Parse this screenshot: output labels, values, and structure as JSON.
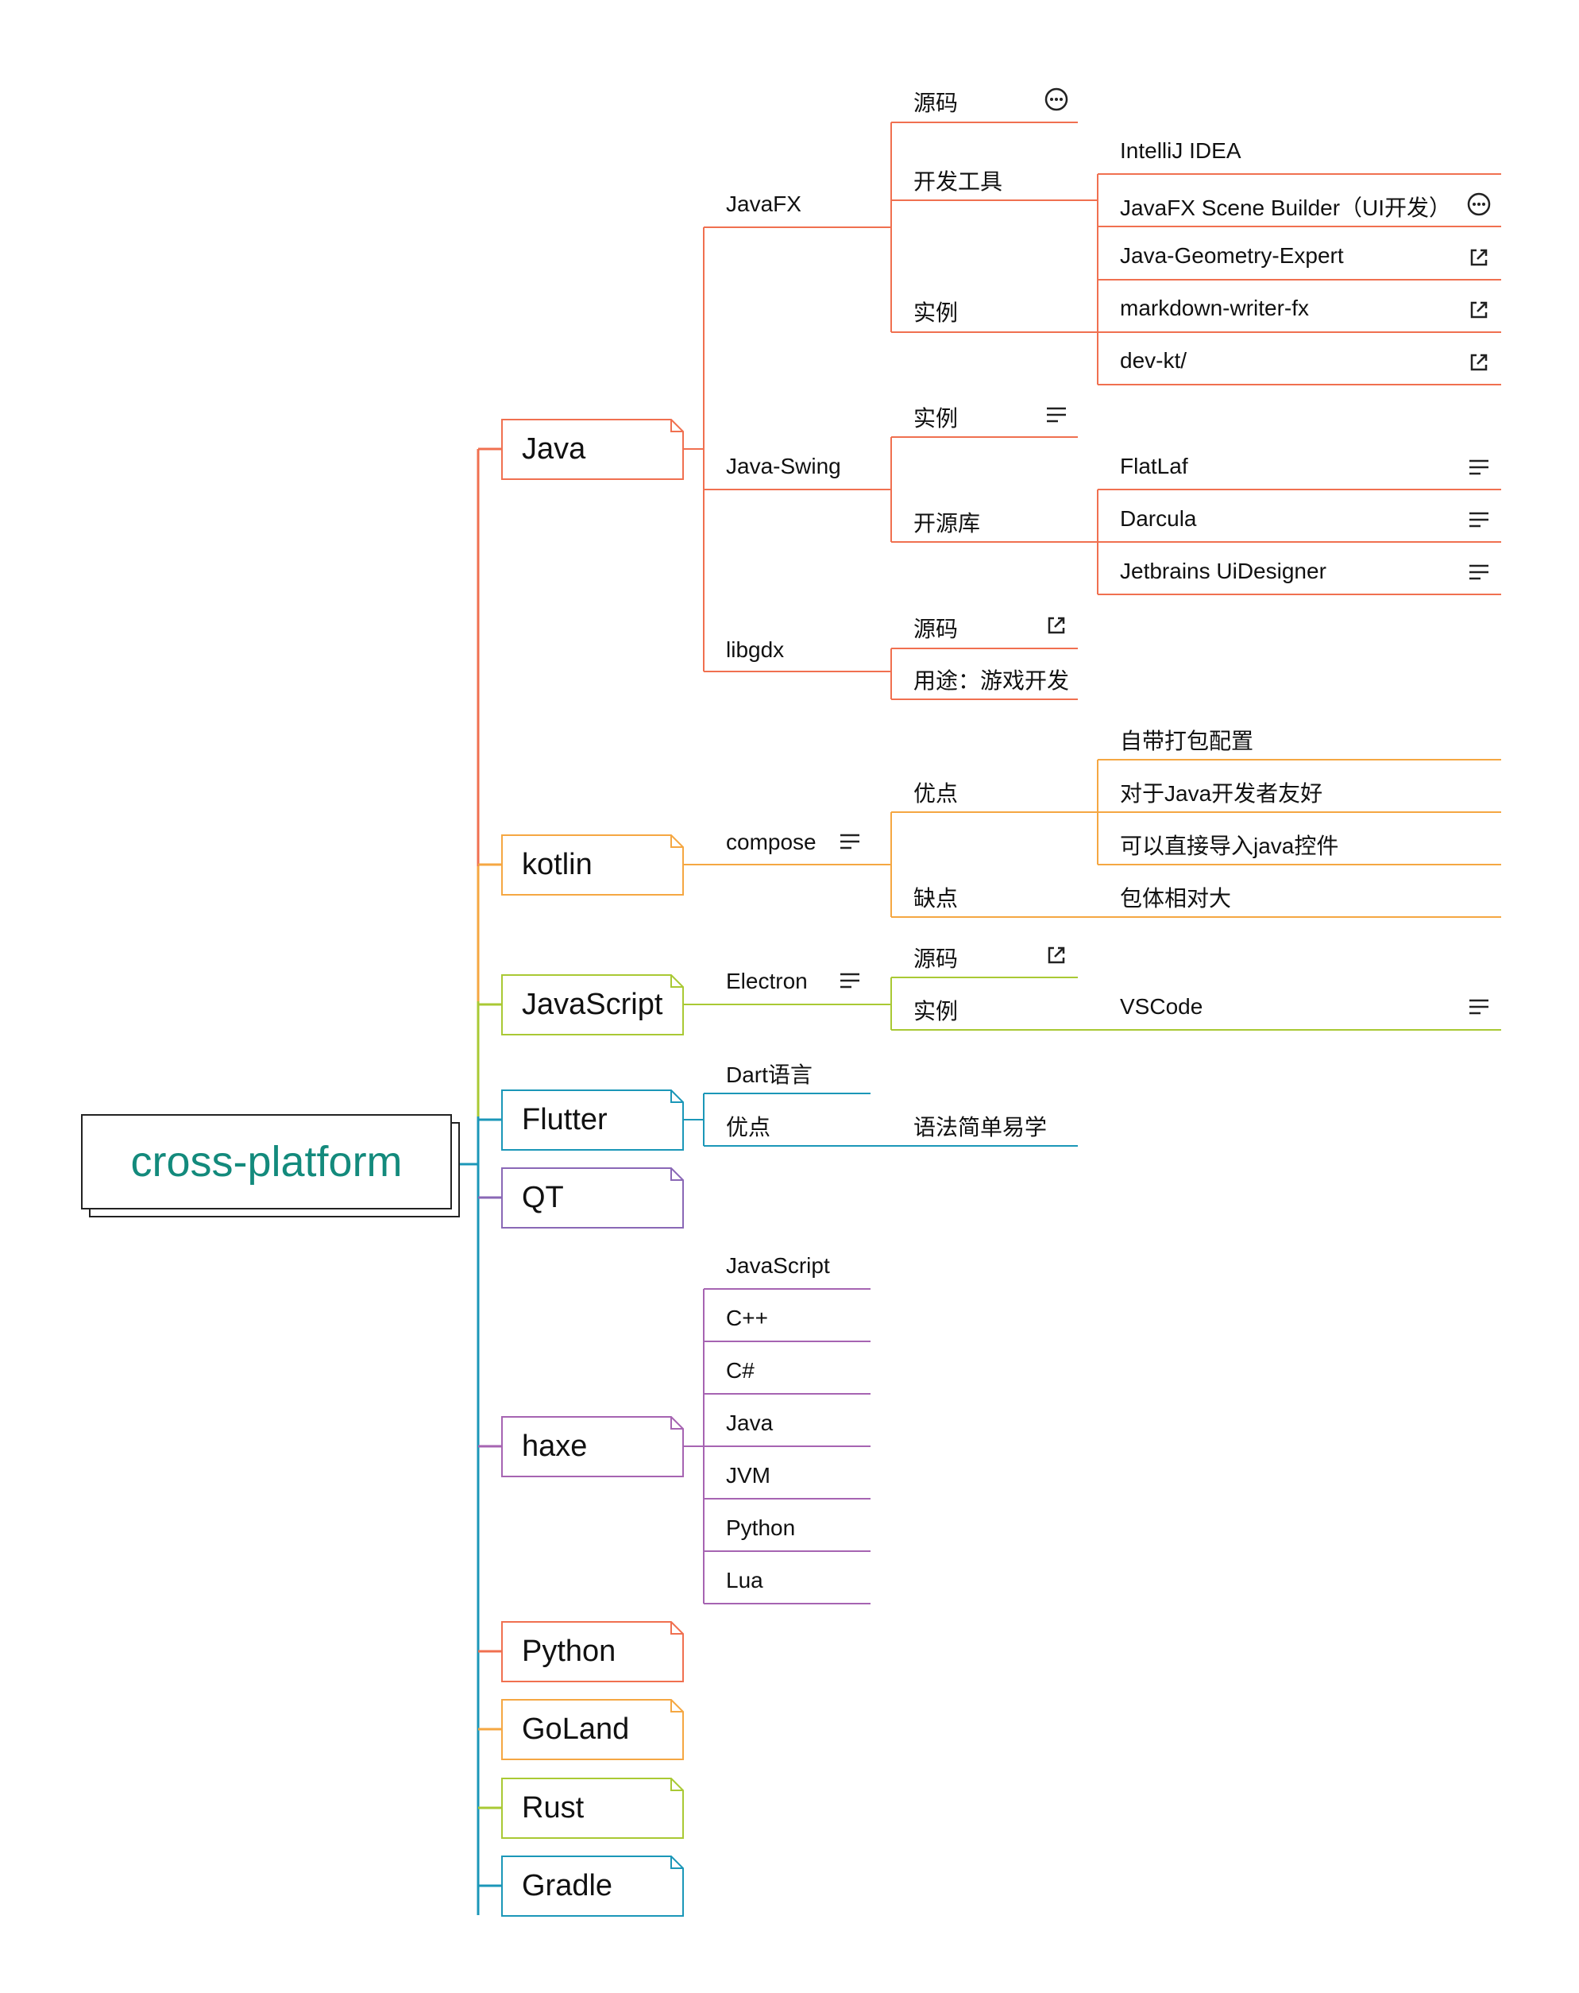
{
  "root": {
    "label": "cross-platform"
  },
  "colors": {
    "root_text": "#138a7c",
    "java": "#f07050",
    "kotlin": "#f5a742",
    "javascript": "#a9c934",
    "flutter": "#1b97b8",
    "qt": "#8a68b6",
    "haxe": "#a664b2",
    "python": "#f07050",
    "goland": "#f5a742",
    "rust": "#a9c934",
    "gradle": "#1b97b8",
    "trunk_blue": "#1b97b8"
  },
  "branches": {
    "java": {
      "label": "Java",
      "javafx": {
        "label": "JavaFX",
        "source": "源码",
        "tools": {
          "label": "开发工具",
          "intellij": "IntelliJ IDEA",
          "scene_builder": "JavaFX Scene Builder（UI开发）"
        },
        "examples": {
          "label": "实例",
          "items": [
            "Java-Geometry-Expert",
            "markdown-writer-fx",
            "dev-kt/"
          ]
        }
      },
      "swing": {
        "label": "Java-Swing",
        "examples": "实例",
        "libs": {
          "label": "开源库",
          "items": [
            "FlatLaf",
            "Darcula",
            "Jetbrains UiDesigner"
          ]
        }
      },
      "libgdx": {
        "label": "libgdx",
        "source": "源码",
        "usage": "用途：游戏开发"
      }
    },
    "kotlin": {
      "label": "kotlin",
      "compose": {
        "label": "compose",
        "pros": {
          "label": "优点",
          "items": [
            "自带打包配置",
            "对于Java开发者友好",
            "可以直接导入java控件"
          ]
        },
        "cons": {
          "label": "缺点",
          "items": [
            "包体相对大"
          ]
        }
      }
    },
    "javascript": {
      "label": "JavaScript",
      "electron": {
        "label": "Electron",
        "source": "源码",
        "examples": {
          "label": "实例",
          "item": "VSCode"
        }
      }
    },
    "flutter": {
      "label": "Flutter",
      "dart": "Dart语言",
      "pros": {
        "label": "优点",
        "item": "语法简单易学"
      }
    },
    "qt": {
      "label": "QT"
    },
    "haxe": {
      "label": "haxe",
      "targets": [
        "JavaScript",
        "C++",
        "C#",
        "Java",
        "JVM",
        "Python",
        "Lua"
      ]
    },
    "python": {
      "label": "Python"
    },
    "goland": {
      "label": "GoLand"
    },
    "rust": {
      "label": "Rust"
    },
    "gradle": {
      "label": "Gradle"
    }
  },
  "icons": {
    "more": "more-circle-icon",
    "link": "external-link-icon",
    "note": "notes-lines-icon"
  }
}
